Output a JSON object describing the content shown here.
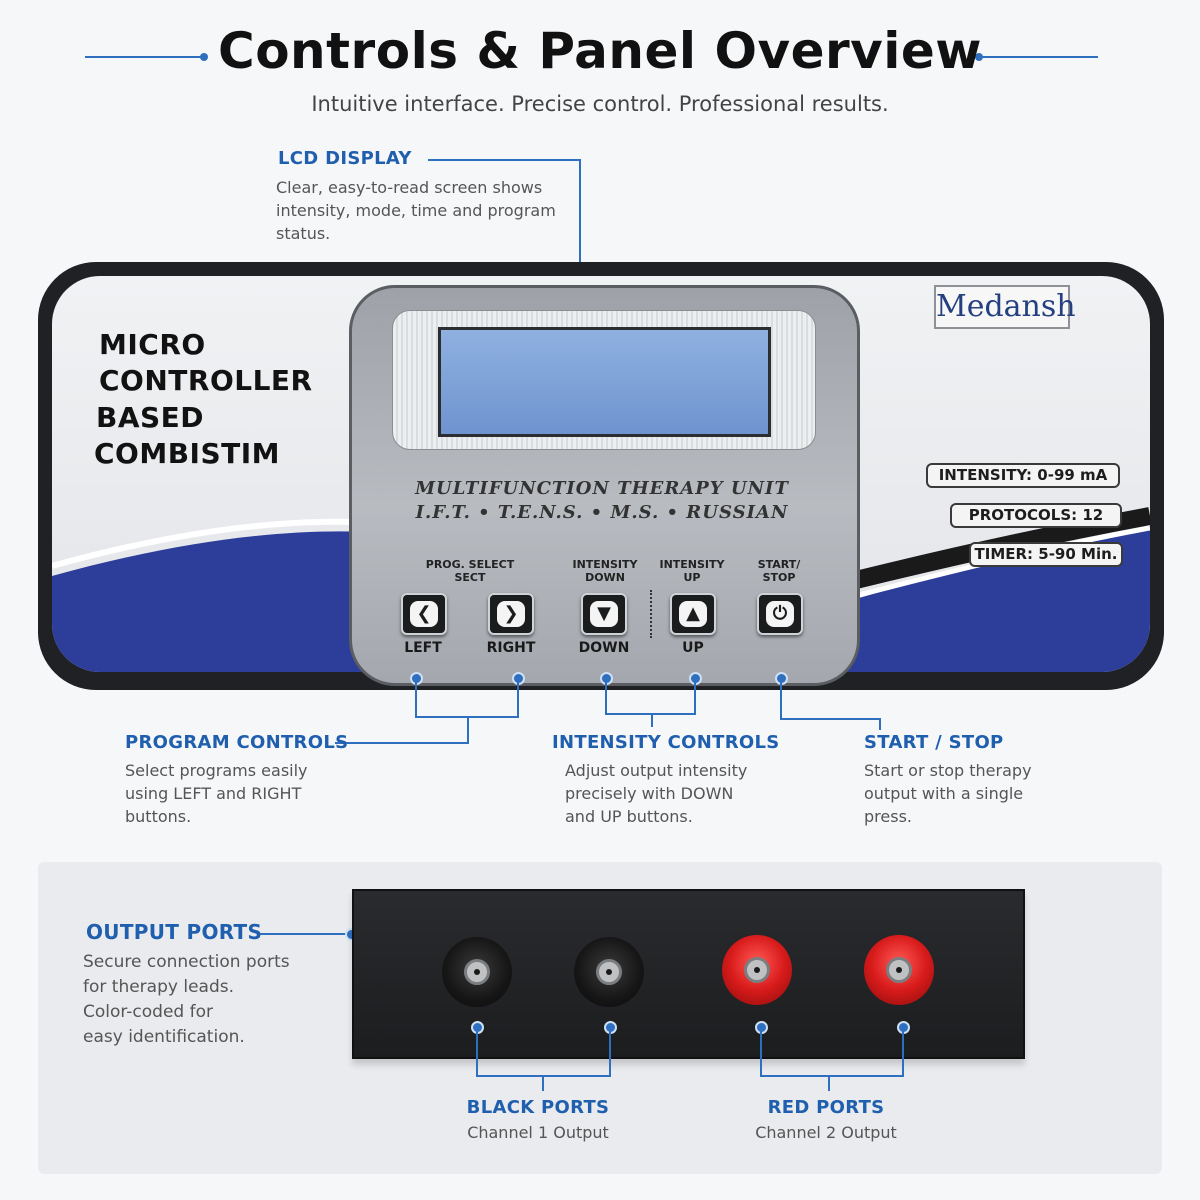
{
  "header": {
    "title": "Controls & Panel Overview",
    "subtitle": "Intuitive interface. Precise control. Professional results."
  },
  "callouts": {
    "lcd": {
      "title": "LCD DISPLAY",
      "lines": [
        "Clear, easy-to-read screen shows",
        "intensity, mode, time and program",
        "status."
      ]
    },
    "program": {
      "title": "PROGRAM CONTROLS",
      "lines": [
        "Select programs easily",
        "using LEFT and RIGHT",
        "buttons."
      ]
    },
    "intensity": {
      "title": "INTENSITY CONTROLS",
      "lines": [
        "Adjust output intensity",
        "precisely with DOWN",
        "and UP buttons."
      ]
    },
    "startstop": {
      "title": "START / STOP",
      "lines": [
        "Start or stop therapy",
        "output with a single",
        "press."
      ]
    },
    "output": {
      "title": "OUTPUT PORTS",
      "lines": [
        "Secure connection ports",
        "for therapy leads.",
        "Color-coded for",
        "easy identification."
      ]
    },
    "black_ports": {
      "title": "BLACK PORTS",
      "subtitle": "Channel 1 Output"
    },
    "red_ports": {
      "title": "RED PORTS",
      "subtitle": "Channel 2 Output"
    }
  },
  "device": {
    "name_lines": [
      "MICRO",
      "CONTROLLER",
      "BASED",
      "COMBISTIM"
    ],
    "brand": "Medansh",
    "unit_line1": "MULTIFUNCTION THERAPY UNIT",
    "unit_line2": "I.F.T. • T.E.N.S. • M.S. • RUSSIAN",
    "specs": [
      "INTENSITY: 0-99 mA",
      "PROTOCOLS: 12",
      "TIMER: 5-90 Min."
    ],
    "buttons": [
      {
        "top": "",
        "bottom": "LEFT",
        "icon": "chevron-left-icon",
        "glyph": "❮"
      },
      {
        "top": "",
        "bottom": "RIGHT",
        "icon": "chevron-right-icon",
        "glyph": "❯"
      },
      {
        "top": "INTENSITY DOWN",
        "bottom": "DOWN",
        "icon": "chevron-down-icon",
        "glyph": "▼"
      },
      {
        "top": "INTENSITY UP",
        "bottom": "UP",
        "icon": "chevron-up-icon",
        "glyph": "▲"
      },
      {
        "top": "START/ STOP",
        "bottom": "",
        "icon": "power-icon",
        "glyph": "⏻"
      }
    ],
    "prog_select_label": "PROG. SELECT SECT"
  },
  "colors": {
    "accent": "#1f5fae",
    "panel_blue": "#2d3d9a",
    "lcd_blue": "#7fa2d8",
    "port_red": "#d81b1b"
  }
}
